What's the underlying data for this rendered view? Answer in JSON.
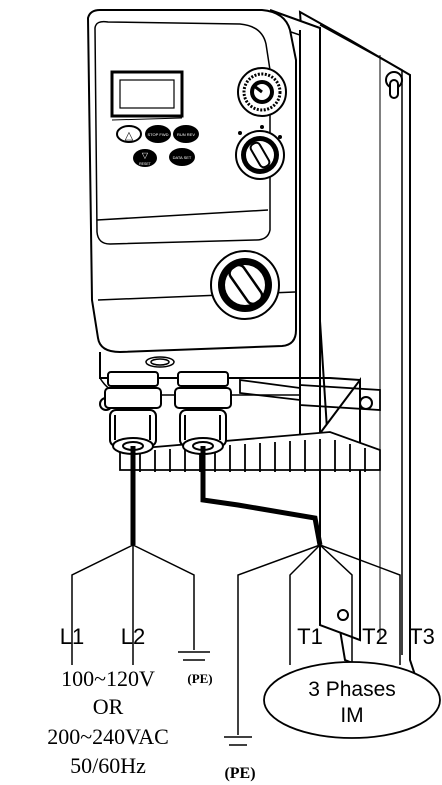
{
  "drive": {
    "keys": {
      "up": "△",
      "stop_fwd": "STOP FWD",
      "run_rev": "RUN REV",
      "down": "▽",
      "reset": "RESET",
      "data_set": "DATA SET"
    }
  },
  "supply": {
    "l1": "L1",
    "l2": "L2",
    "pe": "(PE)",
    "voltage_1": "100~120V",
    "or_text": "OR",
    "voltage_2": "200~240VAC",
    "frequency": "50/60Hz"
  },
  "motor": {
    "t1": "T1",
    "t2": "T2",
    "t3": "T3",
    "label_line1": "3 Phases",
    "label_line2": "IM",
    "pe": "(PE)"
  },
  "colors": {
    "line": "#000000",
    "background": "#ffffff"
  }
}
